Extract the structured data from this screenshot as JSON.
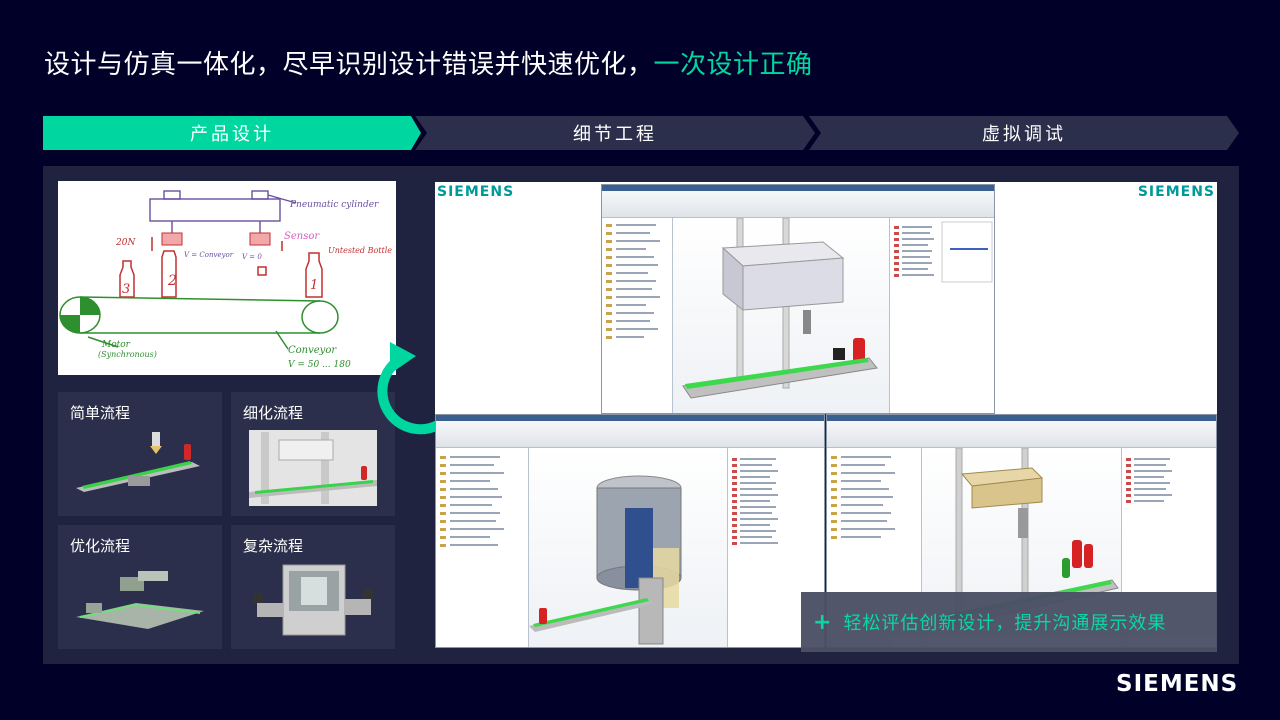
{
  "title": {
    "main": "设计与仿真一体化，尽早识别设计错误并快速优化，",
    "accent": "一次设计正确"
  },
  "steps": [
    "产品设计",
    "细节工程",
    "虚拟调试"
  ],
  "sketch": {
    "labels": {
      "cylinder": "Pneumatic cylinder",
      "sensor": "Sensor",
      "untested": "Untested Bottle",
      "force": "20N",
      "v_conveyor": "V = Conveyor",
      "v_zero": "V = 0",
      "motor": "Motor",
      "motor_sub": "(Synchronous)",
      "conveyor": "Conveyor",
      "conveyor_speed": "V = 50 ... 180",
      "bottle1": "1",
      "bottle2": "2",
      "bottle3": "3"
    }
  },
  "thumbs": [
    "简单流程",
    "细化流程",
    "优化流程",
    "复杂流程"
  ],
  "brand": {
    "logo": "SIEMENS",
    "footer": "SIEMENS"
  },
  "callout": {
    "icon": "plus-icon",
    "text": "轻松评估创新设计，提升沟通展示效果"
  },
  "colors": {
    "accent": "#00D7A0",
    "background": "#000028",
    "panel": "#1F2340",
    "siemens_teal": "#009999"
  }
}
